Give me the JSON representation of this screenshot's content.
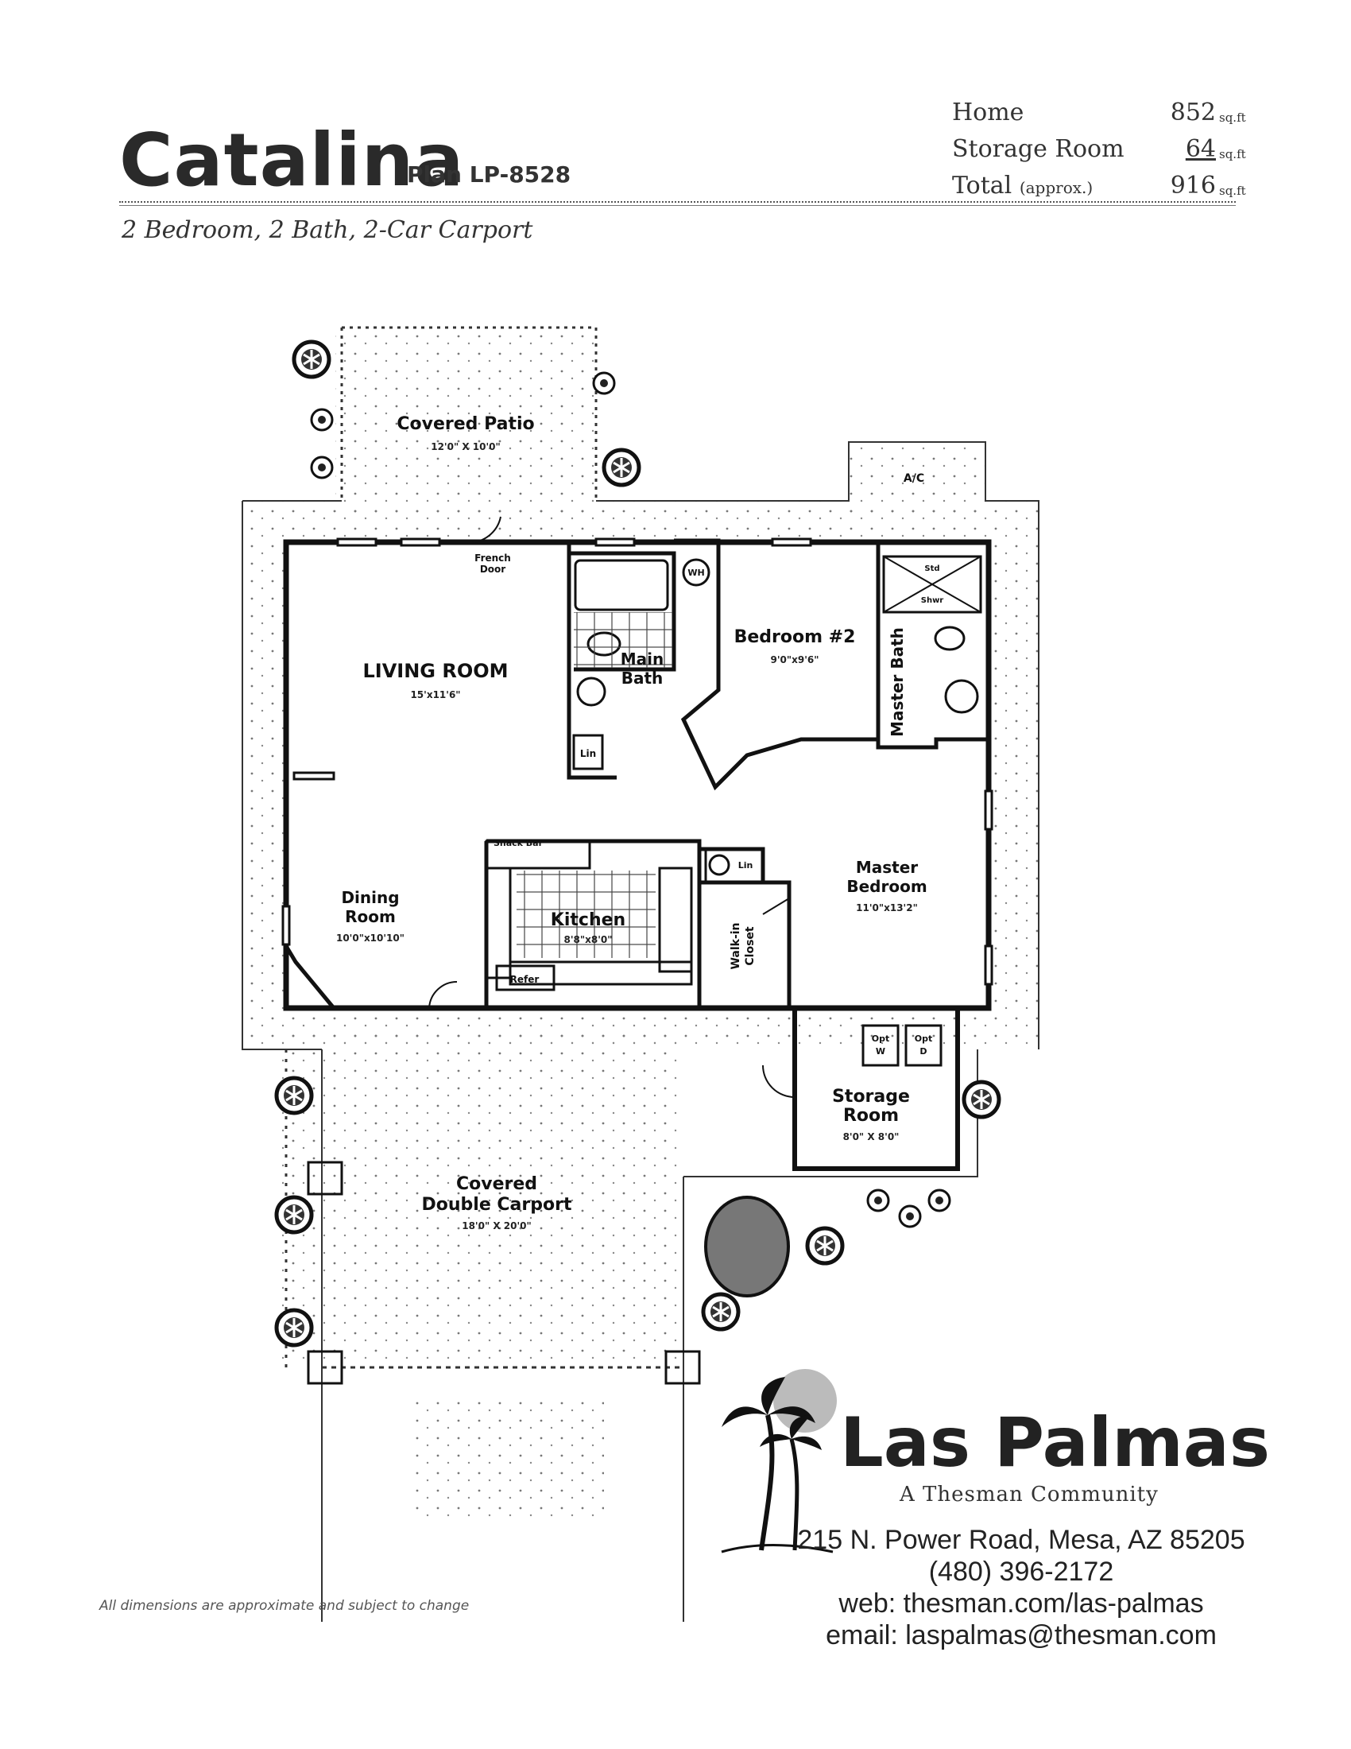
{
  "header": {
    "title": "Catalina",
    "plan_number": "Plan LP-8528",
    "subtitle": "2 Bedroom, 2 Bath, 2-Car Carport",
    "areas": [
      {
        "label": "Home",
        "value": "852",
        "unit": "sq.ft"
      },
      {
        "label": "Storage Room",
        "value": "64",
        "unit": "sq.ft"
      },
      {
        "label": "Total",
        "qualifier": "(approx.)",
        "value": "916",
        "unit": "sq.ft"
      }
    ]
  },
  "plan": {
    "rooms": {
      "patio": {
        "name": "Covered Patio",
        "dims": "12'0\" X 10'0\""
      },
      "ac": {
        "name": "A/C"
      },
      "french_door": {
        "line1": "French",
        "line2": "Door"
      },
      "wh": {
        "name": "WH"
      },
      "main_bath": {
        "line1": "Main",
        "line2": "Bath"
      },
      "lin1": {
        "name": "Lin"
      },
      "lin2": {
        "name": "Lin"
      },
      "bedroom2": {
        "name": "Bedroom #2",
        "dims": "9'0\"x9'6\""
      },
      "master_bath": {
        "name": "Master Bath"
      },
      "std_shwr": {
        "line1": "Std",
        "line2": "Shwr"
      },
      "living": {
        "name": "LIVING ROOM",
        "dims": "15'x11'6\""
      },
      "snack_bar": {
        "name": "Snack Bar"
      },
      "master_bedroom": {
        "line1": "Master",
        "line2": "Bedroom",
        "dims": "11'0\"x13'2\""
      },
      "dining": {
        "line1": "Dining",
        "line2": "Room",
        "dims": "10'0\"x10'10\""
      },
      "kitchen": {
        "name": "Kitchen",
        "dims": "8'8\"x8'0\""
      },
      "walkin": {
        "line1": "Walk-in",
        "line2": "Closet"
      },
      "refer": {
        "name": "Refer"
      },
      "opt_w": {
        "line1": "Opt",
        "line2": "W"
      },
      "opt_d": {
        "line1": "Opt",
        "line2": "D"
      },
      "storage": {
        "line1": "Storage",
        "line2": "Room",
        "dims": "8'0\" X 8'0\""
      },
      "carport": {
        "line1": "Covered",
        "line2": "Double Carport",
        "dims": "18'0\" X 20'0\""
      }
    }
  },
  "footer": {
    "disclaimer": "All dimensions are approximate and subject to change",
    "brand": "Las Palmas",
    "tagline": "A Thesman Community",
    "address": "215 N. Power Road,  Mesa, AZ 85205",
    "phone": "(480) 396-2172",
    "web": "web: thesman.com/las-palmas",
    "email": "email: laspalmas@thesman.com"
  }
}
